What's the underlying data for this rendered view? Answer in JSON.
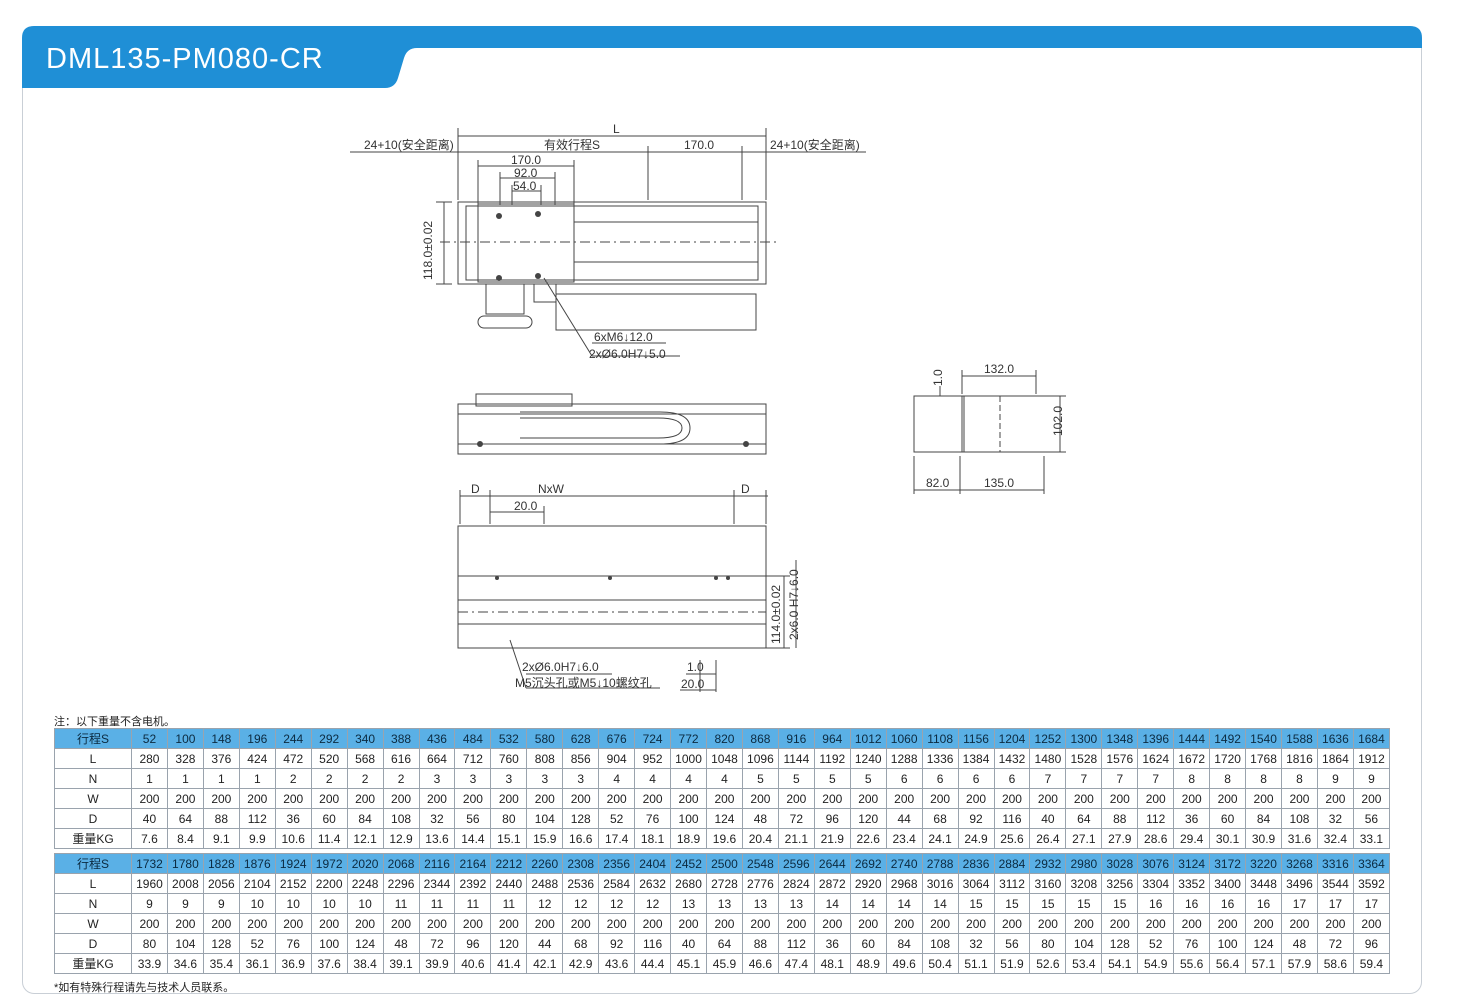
{
  "header": {
    "title": "DML135-PM080-CR",
    "accent_color": "#1f8fd6"
  },
  "drawing": {
    "top_view": {
      "L": "L",
      "left_clearance": "24+10(安全距离)",
      "right_clearance": "24+10(安全距离)",
      "stroke_label": "有效行程S",
      "right_length": "170.0",
      "width_dims": [
        "170.0",
        "92.0",
        "54.0"
      ],
      "height_dim": "118.0±0.02",
      "holes_1": "6xM6↓12.0",
      "holes_2": "2xØ6.0H7↓5.0"
    },
    "end_view": {
      "top_width": "132.0",
      "top_gap": "1.0",
      "height": "102.0",
      "bottom_left": "82.0",
      "bottom_right": "135.0"
    },
    "bottom_view": {
      "D_left": "D",
      "NxW": "NxW",
      "D_right": "D",
      "pitch": "20.0",
      "height_dim": "114.0±0.02",
      "pin_dim": "2x6.0 H7↓6.0",
      "holes_1": "2xØ6.0H7↓6.0",
      "holes_2": "M5沉头孔或M5↓10螺纹孔",
      "bottom_gap": "1.0",
      "bottom_offset": "20.0"
    }
  },
  "note": "注：以下重量不含电机。",
  "footnote": "*如有特殊行程请先与技术人员联系。",
  "tables": [
    {
      "rows": [
        {
          "label": "行程S",
          "head": true,
          "values": [
            "52",
            "100",
            "148",
            "196",
            "244",
            "292",
            "340",
            "388",
            "436",
            "484",
            "532",
            "580",
            "628",
            "676",
            "724",
            "772",
            "820",
            "868",
            "916",
            "964",
            "1012",
            "1060",
            "1108",
            "1156",
            "1204",
            "1252",
            "1300",
            "1348",
            "1396",
            "1444",
            "1492",
            "1540",
            "1588",
            "1636",
            "1684"
          ]
        },
        {
          "label": "L",
          "values": [
            "280",
            "328",
            "376",
            "424",
            "472",
            "520",
            "568",
            "616",
            "664",
            "712",
            "760",
            "808",
            "856",
            "904",
            "952",
            "1000",
            "1048",
            "1096",
            "1144",
            "1192",
            "1240",
            "1288",
            "1336",
            "1384",
            "1432",
            "1480",
            "1528",
            "1576",
            "1624",
            "1672",
            "1720",
            "1768",
            "1816",
            "1864",
            "1912"
          ]
        },
        {
          "label": "N",
          "values": [
            "1",
            "1",
            "1",
            "1",
            "2",
            "2",
            "2",
            "2",
            "3",
            "3",
            "3",
            "3",
            "3",
            "4",
            "4",
            "4",
            "4",
            "5",
            "5",
            "5",
            "5",
            "6",
            "6",
            "6",
            "6",
            "7",
            "7",
            "7",
            "7",
            "8",
            "8",
            "8",
            "8",
            "9",
            "9"
          ]
        },
        {
          "label": "W",
          "values": [
            "200",
            "200",
            "200",
            "200",
            "200",
            "200",
            "200",
            "200",
            "200",
            "200",
            "200",
            "200",
            "200",
            "200",
            "200",
            "200",
            "200",
            "200",
            "200",
            "200",
            "200",
            "200",
            "200",
            "200",
            "200",
            "200",
            "200",
            "200",
            "200",
            "200",
            "200",
            "200",
            "200",
            "200",
            "200"
          ]
        },
        {
          "label": "D",
          "values": [
            "40",
            "64",
            "88",
            "112",
            "36",
            "60",
            "84",
            "108",
            "32",
            "56",
            "80",
            "104",
            "128",
            "52",
            "76",
            "100",
            "124",
            "48",
            "72",
            "96",
            "120",
            "44",
            "68",
            "92",
            "116",
            "40",
            "64",
            "88",
            "112",
            "36",
            "60",
            "84",
            "108",
            "32",
            "56"
          ]
        },
        {
          "label": "重量KG",
          "values": [
            "7.6",
            "8.4",
            "9.1",
            "9.9",
            "10.6",
            "11.4",
            "12.1",
            "12.9",
            "13.6",
            "14.4",
            "15.1",
            "15.9",
            "16.6",
            "17.4",
            "18.1",
            "18.9",
            "19.6",
            "20.4",
            "21.1",
            "21.9",
            "22.6",
            "23.4",
            "24.1",
            "24.9",
            "25.6",
            "26.4",
            "27.1",
            "27.9",
            "28.6",
            "29.4",
            "30.1",
            "30.9",
            "31.6",
            "32.4",
            "33.1"
          ]
        }
      ]
    },
    {
      "rows": [
        {
          "label": "行程S",
          "head": true,
          "values": [
            "1732",
            "1780",
            "1828",
            "1876",
            "1924",
            "1972",
            "2020",
            "2068",
            "2116",
            "2164",
            "2212",
            "2260",
            "2308",
            "2356",
            "2404",
            "2452",
            "2500",
            "2548",
            "2596",
            "2644",
            "2692",
            "2740",
            "2788",
            "2836",
            "2884",
            "2932",
            "2980",
            "3028",
            "3076",
            "3124",
            "3172",
            "3220",
            "3268",
            "3316",
            "3364"
          ]
        },
        {
          "label": "L",
          "values": [
            "1960",
            "2008",
            "2056",
            "2104",
            "2152",
            "2200",
            "2248",
            "2296",
            "2344",
            "2392",
            "2440",
            "2488",
            "2536",
            "2584",
            "2632",
            "2680",
            "2728",
            "2776",
            "2824",
            "2872",
            "2920",
            "2968",
            "3016",
            "3064",
            "3112",
            "3160",
            "3208",
            "3256",
            "3304",
            "3352",
            "3400",
            "3448",
            "3496",
            "3544",
            "3592"
          ]
        },
        {
          "label": "N",
          "values": [
            "9",
            "9",
            "9",
            "10",
            "10",
            "10",
            "10",
            "11",
            "11",
            "11",
            "11",
            "12",
            "12",
            "12",
            "12",
            "13",
            "13",
            "13",
            "13",
            "14",
            "14",
            "14",
            "14",
            "15",
            "15",
            "15",
            "15",
            "15",
            "16",
            "16",
            "16",
            "16",
            "17",
            "17",
            "17"
          ]
        },
        {
          "label": "W",
          "values": [
            "200",
            "200",
            "200",
            "200",
            "200",
            "200",
            "200",
            "200",
            "200",
            "200",
            "200",
            "200",
            "200",
            "200",
            "200",
            "200",
            "200",
            "200",
            "200",
            "200",
            "200",
            "200",
            "200",
            "200",
            "200",
            "200",
            "200",
            "200",
            "200",
            "200",
            "200",
            "200",
            "200",
            "200",
            "200"
          ]
        },
        {
          "label": "D",
          "values": [
            "80",
            "104",
            "128",
            "52",
            "76",
            "100",
            "124",
            "48",
            "72",
            "96",
            "120",
            "44",
            "68",
            "92",
            "116",
            "40",
            "64",
            "88",
            "112",
            "36",
            "60",
            "84",
            "108",
            "32",
            "56",
            "80",
            "104",
            "128",
            "52",
            "76",
            "100",
            "124",
            "48",
            "72",
            "96"
          ]
        },
        {
          "label": "重量KG",
          "values": [
            "33.9",
            "34.6",
            "35.4",
            "36.1",
            "36.9",
            "37.6",
            "38.4",
            "39.1",
            "39.9",
            "40.6",
            "41.4",
            "42.1",
            "42.9",
            "43.6",
            "44.4",
            "45.1",
            "45.9",
            "46.6",
            "47.4",
            "48.1",
            "48.9",
            "49.6",
            "50.4",
            "51.1",
            "51.9",
            "52.6",
            "53.4",
            "54.1",
            "54.9",
            "55.6",
            "56.4",
            "57.1",
            "57.9",
            "58.6",
            "59.4"
          ]
        }
      ]
    }
  ]
}
